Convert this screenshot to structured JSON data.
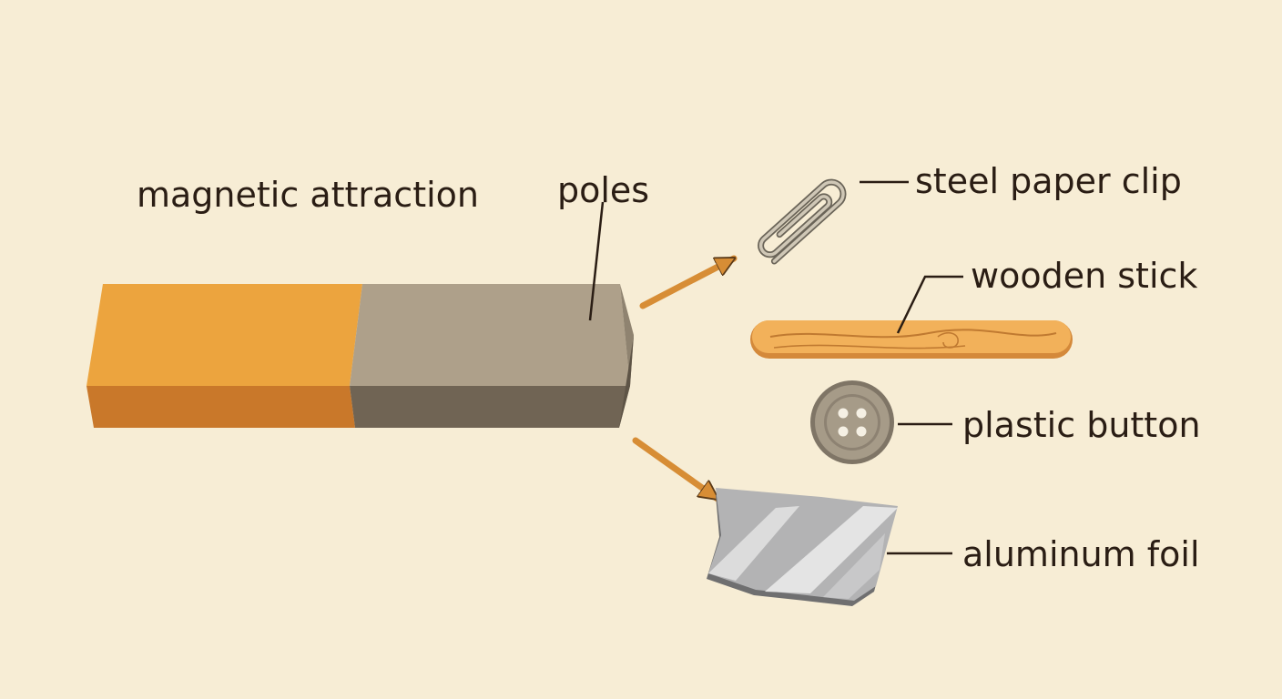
{
  "diagram": {
    "title": "magnetic attraction",
    "colors": {
      "background": "#f7edd5",
      "magnet_orange": "#eca43e",
      "magnet_gray": "#aea08a",
      "arrow": "#d78d35",
      "text": "#2a1d14"
    },
    "magnet": {
      "label": "poles"
    },
    "objects": [
      {
        "id": "paper-clip",
        "label": "steel paper clip",
        "icon": "paper-clip-icon"
      },
      {
        "id": "wooden-stick",
        "label": "wooden stick",
        "icon": "wooden-stick-icon"
      },
      {
        "id": "plastic-button",
        "label": "plastic button",
        "icon": "button-icon"
      },
      {
        "id": "aluminum-foil",
        "label": "aluminum foil",
        "icon": "foil-icon"
      }
    ]
  }
}
